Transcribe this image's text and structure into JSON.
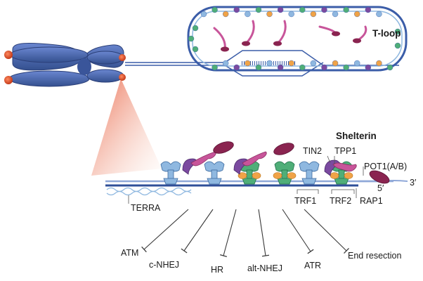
{
  "labels": {
    "t_loop": "T-loop",
    "shelterin": "Shelterin",
    "tin2": "TIN2",
    "tpp1": "TPP1",
    "pot1": "POT1(A/B)",
    "trf1": "TRF1",
    "trf2": "TRF2",
    "rap1": "RAP1",
    "five_prime": "5′",
    "three_prime": "3′",
    "terra": "TERRA"
  },
  "pathways": [
    "ATM",
    "c-NHEJ",
    "HR",
    "alt-NHEJ",
    "ATR",
    "End resection"
  ],
  "colors": {
    "chromosome": "#4a64b0",
    "telomere_cap": "#e0502a",
    "trf1": "#8fb8e0",
    "trf2": "#3f9f6a",
    "rap1": "#f0a347",
    "tin2": "#7b4aa0",
    "tpp1": "#c8559a",
    "pot1": "#8a2450",
    "dna": "#3b5da8",
    "terra": "#8fb8e0"
  }
}
